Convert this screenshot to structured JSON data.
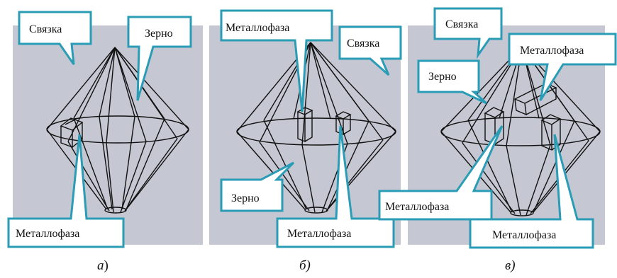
{
  "panels": [
    {
      "caption_letter": "а",
      "caption_paren": ")",
      "labels": {
        "binder": "Связка",
        "grain": "Зерно",
        "metal": "Металлофаза"
      }
    },
    {
      "caption_letter": "б)",
      "labels": {
        "metal": "Металлофаза",
        "binder": "Связка",
        "grain": "Зерно",
        "metal2": "Металлофаза"
      }
    },
    {
      "caption_letter": "в)",
      "labels": {
        "binder": "Связка",
        "metal_top": "Металлофаза",
        "grain": "Зерно",
        "metal_left": "Металлофаза",
        "metal_right": "Металлофаза"
      }
    }
  ],
  "colors": {
    "panel_bg": "#c5c8d3",
    "callout_border": "#2a9cb5",
    "callout_fill": "#ffffff",
    "wire": "#111111"
  }
}
